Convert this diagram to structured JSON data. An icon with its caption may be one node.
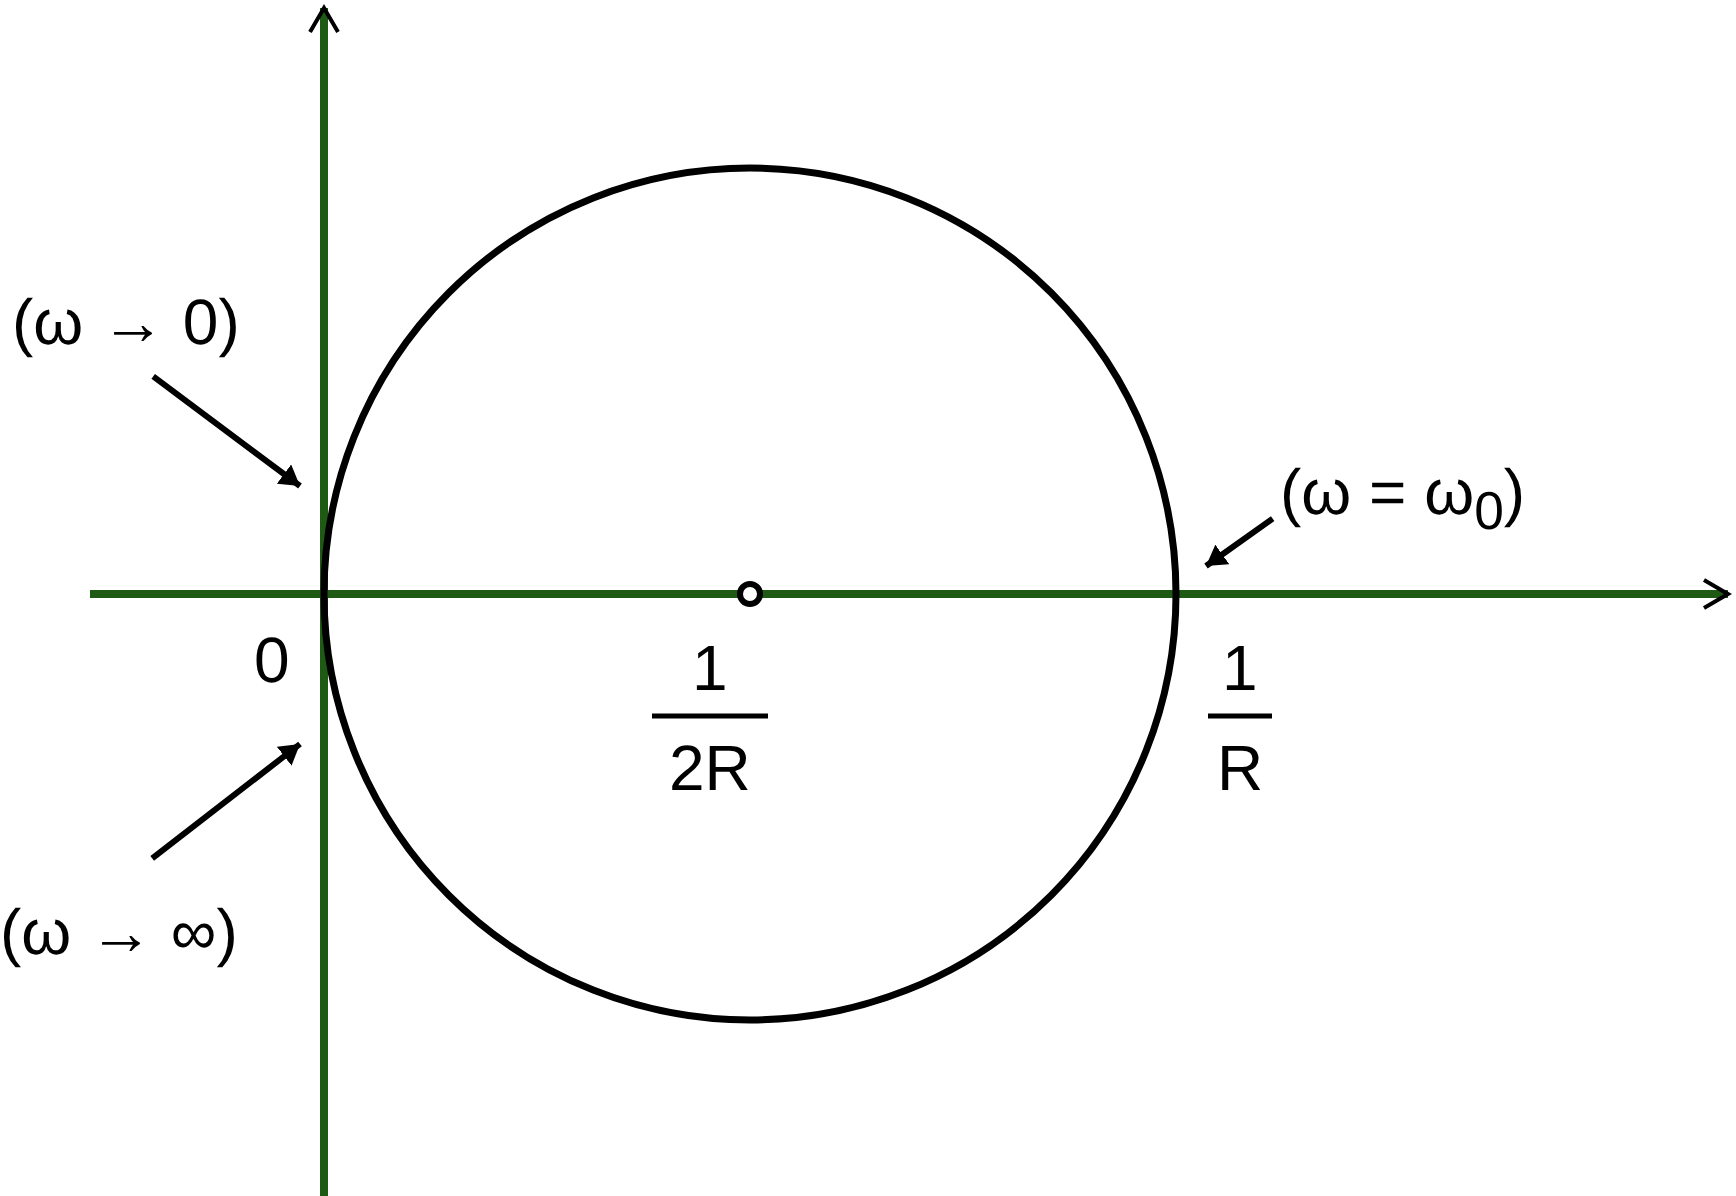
{
  "diagram": {
    "nodes": [
      {
        "text": [
          "(ω → 0)"
        ]
      },
      {
        "text": [
          "(ω → ∞)"
        ]
      },
      {
        "text": [
          "(ω = ω$_{0}$)"
        ]
      },
      {
        "text": [],
        "shape": "line"
      },
      {
        "text": [],
        "shape": "line"
      }
    ],
    "edges": [
      {
        "from": 0,
        "to": 3,
        "arrow": "to"
      },
      {
        "from": 1,
        "to": 3,
        "arrow": "to"
      },
      {
        "from": 2,
        "to": 4,
        "arrow": "to"
      }
    ],
    "labels": [
      "0",
      "1",
      "2R",
      "1",
      "R"
    ]
  }
}
